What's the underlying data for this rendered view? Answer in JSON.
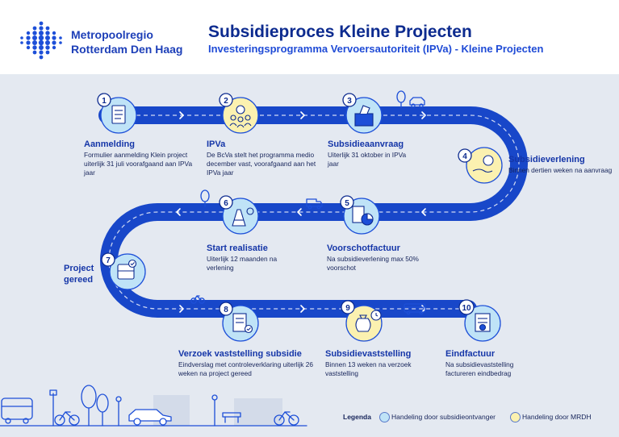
{
  "header": {
    "logo_line1": "Metropoolregio",
    "logo_line2": "Rotterdam Den Haag",
    "title": "Subsidieproces Kleine Projecten",
    "subtitle": "Investeringsprogramma Vervoersautoriteit (IPVa) - Kleine Projecten"
  },
  "colors": {
    "brand_dark": "#0d2b8f",
    "brand": "#1d4fd8",
    "background": "#e4e9f1",
    "applicant": "#bfe3f7",
    "mrdh": "#fbf1b0"
  },
  "steps": [
    {
      "num": "1",
      "title": "Aanmelding",
      "body": "Formulier aanmelding Klein project uiterlijk 31 juli voorafgaand aan IPVa jaar",
      "icon": "form-icon",
      "actor": "applicant"
    },
    {
      "num": "2",
      "title": "IPVa",
      "body": "De BcVa stelt het programma medio december vast, voorafgaand aan het IPVa jaar",
      "icon": "board-icon",
      "actor": "mrdh"
    },
    {
      "num": "3",
      "title": "Subsidieaanvraag",
      "body": "Uiterlijk 31 oktober in IPVa jaar",
      "icon": "ballot-box-icon",
      "actor": "applicant"
    },
    {
      "num": "4",
      "title": "Subsidieverlening",
      "body": "Binnen dertien weken na aanvraag",
      "icon": "money-hand-icon",
      "actor": "mrdh"
    },
    {
      "num": "5",
      "title": "Voorschotfactuur",
      "body": "Na subsidieverlening max 50% voorschot",
      "icon": "invoice-chart-icon",
      "actor": "applicant"
    },
    {
      "num": "6",
      "title": "Start realisatie",
      "body": "Uiterlijk 12 maanden na verlening",
      "icon": "construction-icon",
      "actor": "applicant"
    },
    {
      "num": "7",
      "title": "Project gereed",
      "body": "",
      "icon": "tram-check-icon",
      "actor": "applicant"
    },
    {
      "num": "8",
      "title": "Verzoek vaststelling subsidie",
      "body": "Eindverslag met controleverklaring uiterlijk 26 weken na project gereed",
      "icon": "report-icon",
      "actor": "applicant"
    },
    {
      "num": "9",
      "title": "Subsidievaststelling",
      "body": "Binnen 13 weken na verzoek vaststelling",
      "icon": "money-bag-clock-icon",
      "actor": "mrdh"
    },
    {
      "num": "10",
      "title": "Eindfactuur",
      "body": "Na subsidievaststelling factureren eindbedrag",
      "icon": "final-invoice-icon",
      "actor": "applicant"
    }
  ],
  "legend": {
    "title": "Legenda",
    "applicant": "Handeling door subsidieontvanger",
    "mrdh": "Handeling door MRDH"
  }
}
